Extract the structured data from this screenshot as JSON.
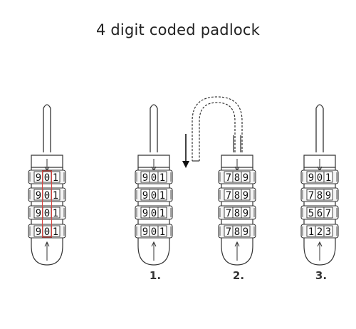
{
  "title": "4 digit coded padlock",
  "locks": [
    {
      "step": "",
      "shackle": "closed",
      "highlight": true,
      "wheels": [
        [
          "9",
          "0",
          "1"
        ],
        [
          "9",
          "0",
          "1"
        ],
        [
          "9",
          "0",
          "1"
        ],
        [
          "9",
          "0",
          "1"
        ]
      ]
    },
    {
      "step": "1.",
      "shackle": "closed",
      "highlight": false,
      "wheels": [
        [
          "9",
          "0",
          "1"
        ],
        [
          "9",
          "0",
          "1"
        ],
        [
          "9",
          "0",
          "1"
        ],
        [
          "9",
          "0",
          "1"
        ]
      ]
    },
    {
      "step": "2.",
      "shackle": "open",
      "highlight": false,
      "wheels": [
        [
          "7",
          "8",
          "9"
        ],
        [
          "7",
          "8",
          "9"
        ],
        [
          "7",
          "8",
          "9"
        ],
        [
          "7",
          "8",
          "9"
        ]
      ]
    },
    {
      "step": "3.",
      "shackle": "closed",
      "highlight": false,
      "wheels": [
        [
          "9",
          "0",
          "1"
        ],
        [
          "7",
          "8",
          "9"
        ],
        [
          "5",
          "6",
          "7"
        ],
        [
          "1",
          "2",
          "3"
        ]
      ]
    }
  ],
  "colors": {
    "line": "#333333",
    "highlight": "#d9433f",
    "wheel_fill": "#f4f4f4"
  },
  "icons": [
    "padlock",
    "down-arrow-icon",
    "pointer-arrow-icon"
  ]
}
